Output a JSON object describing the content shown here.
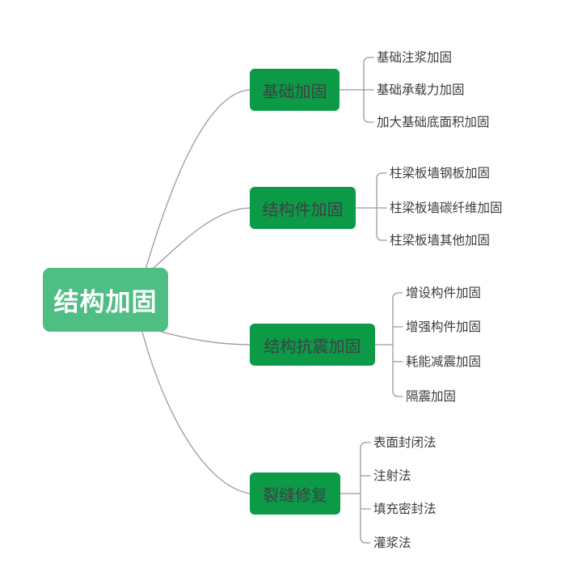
{
  "diagram": {
    "type": "mindmap",
    "title": "结构加固",
    "orientation": "left-to-right",
    "colors": {
      "root_fill": "#4FBE84",
      "root_text": "#FFFFFF",
      "branch_fill": "#0C9A46",
      "branch_text": "#3D4045",
      "leaf_text": "#3B3D40",
      "connector": "#9A9A9A",
      "background": "#FFFFFF"
    },
    "root": {
      "label": "结构加固"
    },
    "branches": [
      {
        "label": "基础加固",
        "leaves": [
          "基础注浆加固",
          "基础承载力加固",
          "加大基础底面积加固"
        ]
      },
      {
        "label": "结构件加固",
        "leaves": [
          "柱梁板墙钢板加固",
          "柱梁板墙碳纤维加固",
          "柱梁板墙其他加固"
        ]
      },
      {
        "label": "结构抗震加固",
        "leaves": [
          "增设构件加固",
          "增强构件加固",
          "耗能减震加固",
          "隔震加固"
        ]
      },
      {
        "label": "裂缝修复",
        "leaves": [
          "表面封闭法",
          "注射法",
          "填充密封法",
          "灌浆法"
        ]
      }
    ]
  }
}
